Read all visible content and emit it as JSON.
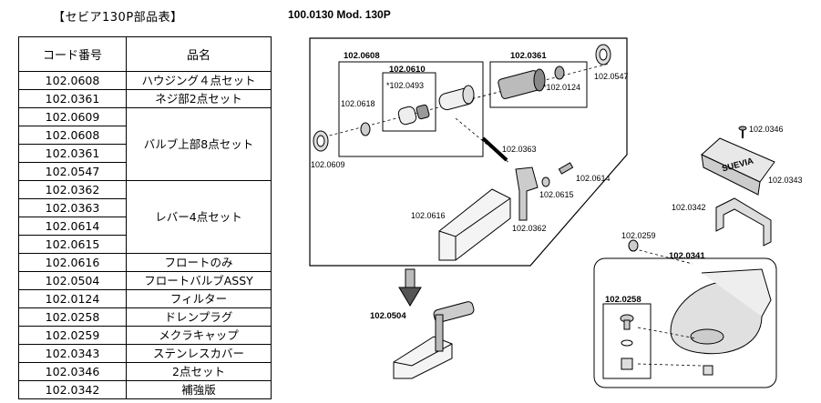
{
  "sheet_title": "【セビア130P部品表】",
  "model_title": "100.0130 Mod. 130P",
  "table": {
    "header": {
      "code": "コード番号",
      "name": "品名"
    },
    "rows": [
      {
        "code": "102.0608",
        "name": "ハウジング４点セット"
      },
      {
        "code": "102.0361",
        "name": "ネジ部2点セット"
      },
      {
        "code": "102.0609",
        "name": ""
      },
      {
        "code": "102.0608",
        "name": "バルブ上部8点セット"
      },
      {
        "code": "102.0361",
        "name": ""
      },
      {
        "code": "102.0547",
        "name": ""
      },
      {
        "code": "102.0362",
        "name": ""
      },
      {
        "code": "102.0363",
        "name": "レバー4点セット"
      },
      {
        "code": "102.0614",
        "name": ""
      },
      {
        "code": "102.0615",
        "name": ""
      },
      {
        "code": "102.0616",
        "name": "フロートのみ"
      },
      {
        "code": "102.0504",
        "name": "フロートバルブASSY"
      },
      {
        "code": "102.0124",
        "name": "フィルター"
      },
      {
        "code": "102.0258",
        "name": "ドレンプラグ"
      },
      {
        "code": "102.0259",
        "name": "メクラキャップ"
      },
      {
        "code": "102.0343",
        "name": "ステンレスカバー"
      },
      {
        "code": "102.0346",
        "name": "2点セット"
      },
      {
        "code": "102.0342",
        "name": "補強版"
      }
    ]
  },
  "diagram": {
    "labels": {
      "l0608": "102.0608",
      "l0610": "102.0610",
      "l0493": "*102.0493",
      "l0618": "102.0618",
      "l0361": "102.0361",
      "l0124": "*102.0124",
      "l0547": "102.0547",
      "l0609": "102.0609",
      "l0363": "102.0363",
      "l0614": "102.0614",
      "l0615": "102.0615",
      "l0616": "102.0616",
      "l0362": "102.0362",
      "l0504": "102.0504",
      "l0346": "102.0346",
      "l0343": "102.0343",
      "l0342": "102.0342",
      "l0259": "102.0259",
      "l0341": "102.0341",
      "l0258": "102.0258"
    },
    "cover_brand": "SUEVIA"
  }
}
